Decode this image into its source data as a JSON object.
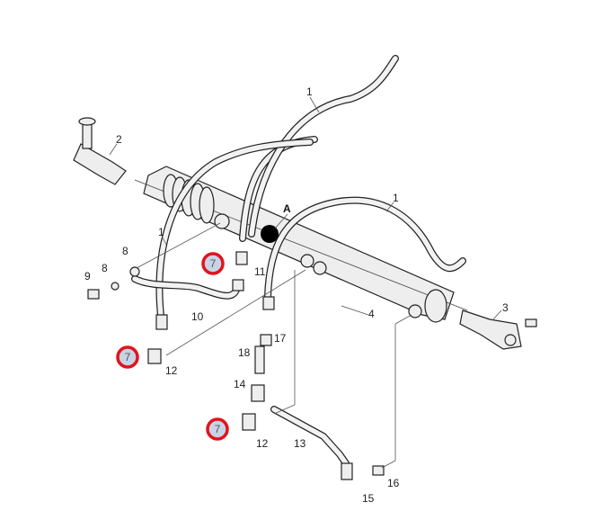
{
  "diagram": {
    "labels": {
      "hose_top": "1",
      "hose_right": "1",
      "hose_left": "1",
      "tie_rod_end_left": "2",
      "tie_rod_end_right": "3",
      "cylinder": "4",
      "marker_a": "A",
      "seal_upper": "8",
      "seal_lower": "8",
      "plug": "9",
      "pipe_left": "10",
      "fitting_upper": "11",
      "tee_left": "12",
      "tee_lower": "12",
      "pipe_lower": "13",
      "tee_connector": "14",
      "elbow": "15",
      "adapter": "16",
      "nipple": "17",
      "union": "18"
    },
    "callouts": [
      {
        "label": "7"
      },
      {
        "label": "7"
      },
      {
        "label": "7"
      }
    ],
    "colors": {
      "callout_ring": "#e0141c",
      "callout_fill": "#c9d3e6"
    }
  }
}
